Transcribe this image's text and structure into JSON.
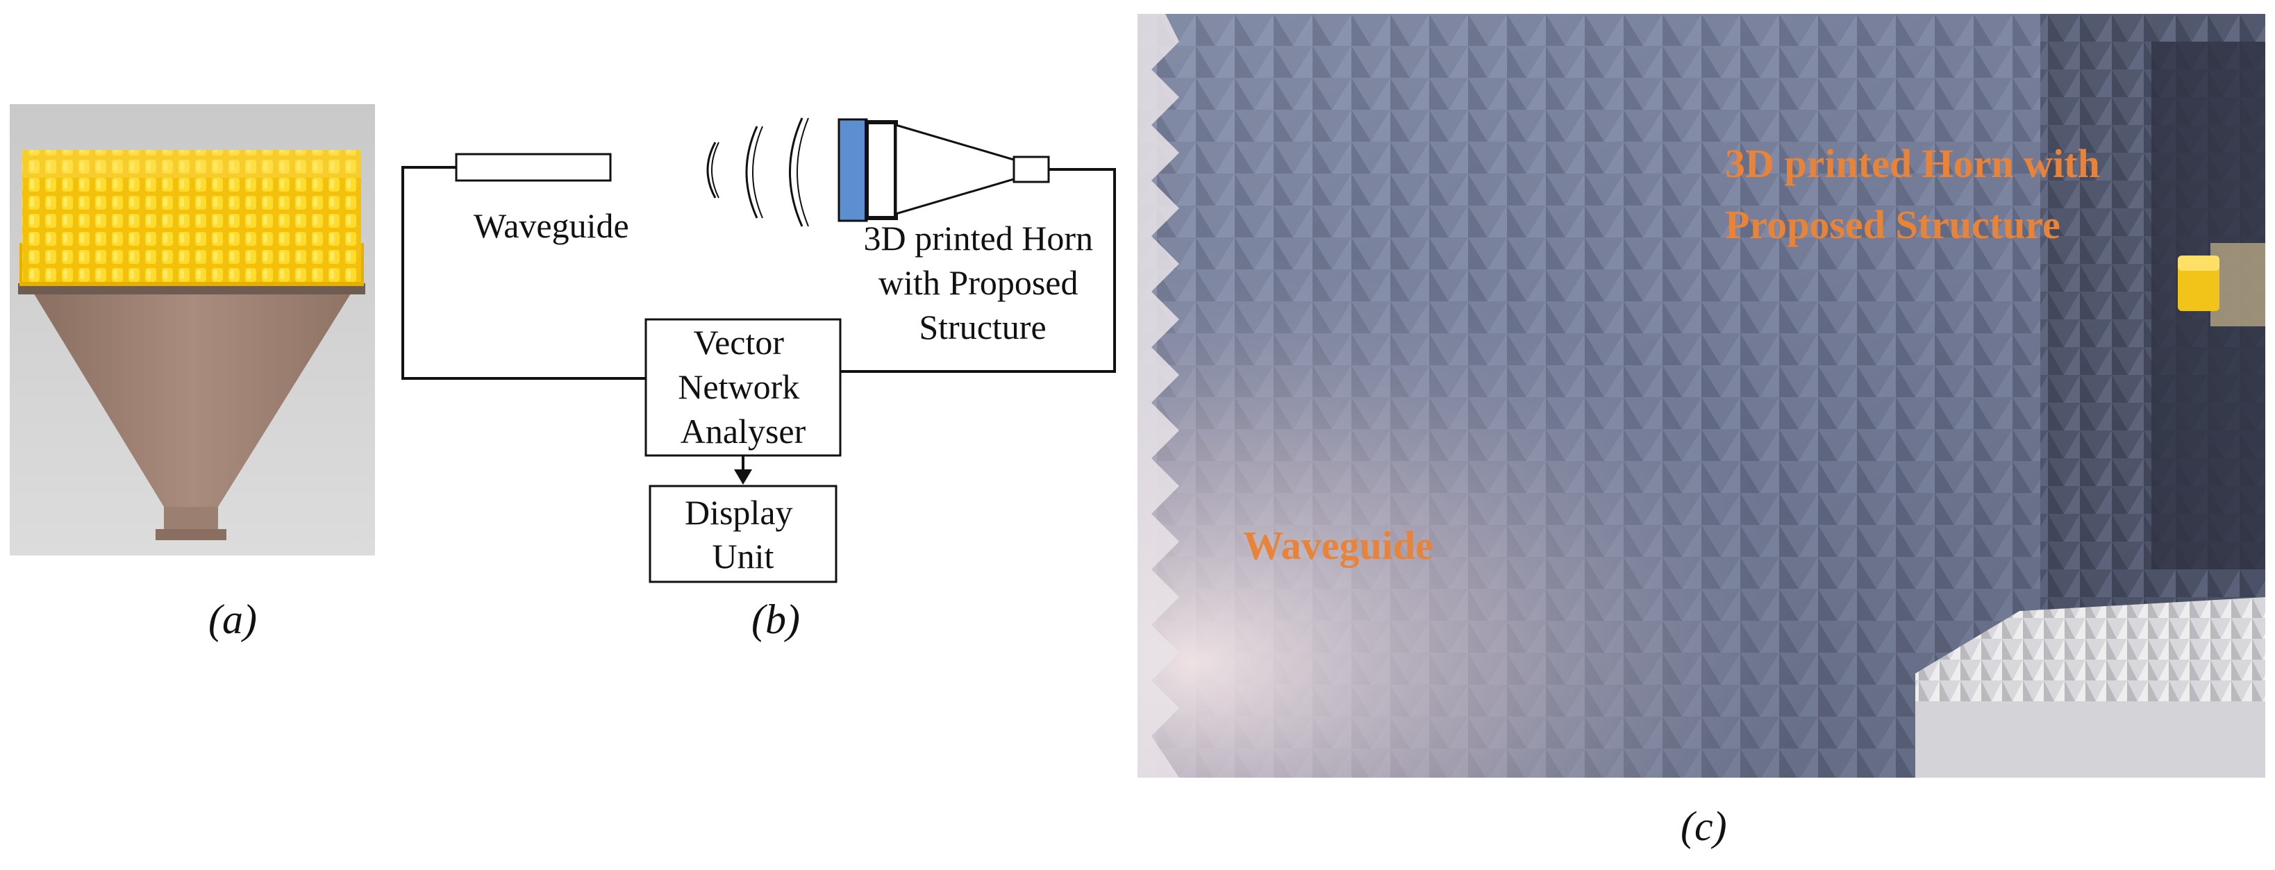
{
  "panels": {
    "a": {
      "caption": "(a)"
    },
    "b": {
      "caption": "(b)",
      "waveguide_label": "Waveguide",
      "horn_label": [
        "3D printed Horn",
        "with Proposed",
        "Structure"
      ],
      "vna_label": [
        "Vector",
        "Network",
        "Analyser"
      ],
      "display_label": [
        "Display",
        "Unit"
      ],
      "horn_face_color": "#5b8fd0"
    },
    "c": {
      "caption": "(c)",
      "horn_label": [
        "3D printed Horn with",
        "Proposed Structure"
      ],
      "waveguide_label": "Waveguide",
      "label_color": "#e8833a"
    }
  }
}
